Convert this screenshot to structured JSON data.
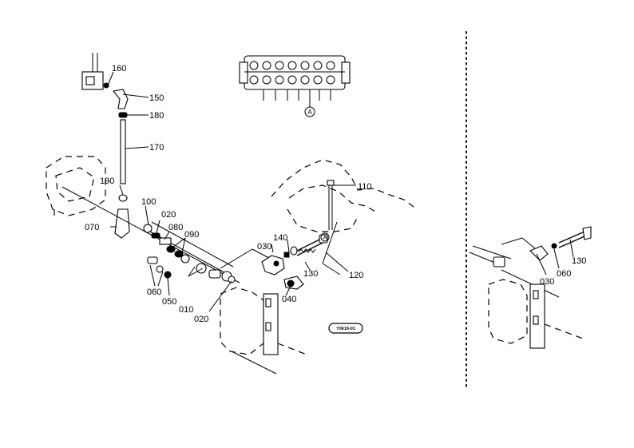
{
  "labels": {
    "p160": "160",
    "p150": "150",
    "p180": "180",
    "p170": "170",
    "p190": "190",
    "p100": "100",
    "p020a": "020",
    "p080": "080",
    "p090": "090",
    "p070": "070",
    "p060": "060",
    "p050": "050",
    "p010": "010",
    "p020b": "020",
    "p030": "030",
    "p140": "140",
    "p130": "130",
    "p040": "040",
    "p110": "110",
    "p120": "120",
    "p030r": "030",
    "p060r": "060",
    "p130r": "130"
  },
  "callouts": {
    "valve_view": "A",
    "linkage_view": "A"
  },
  "reference_code": "Y0619-01"
}
